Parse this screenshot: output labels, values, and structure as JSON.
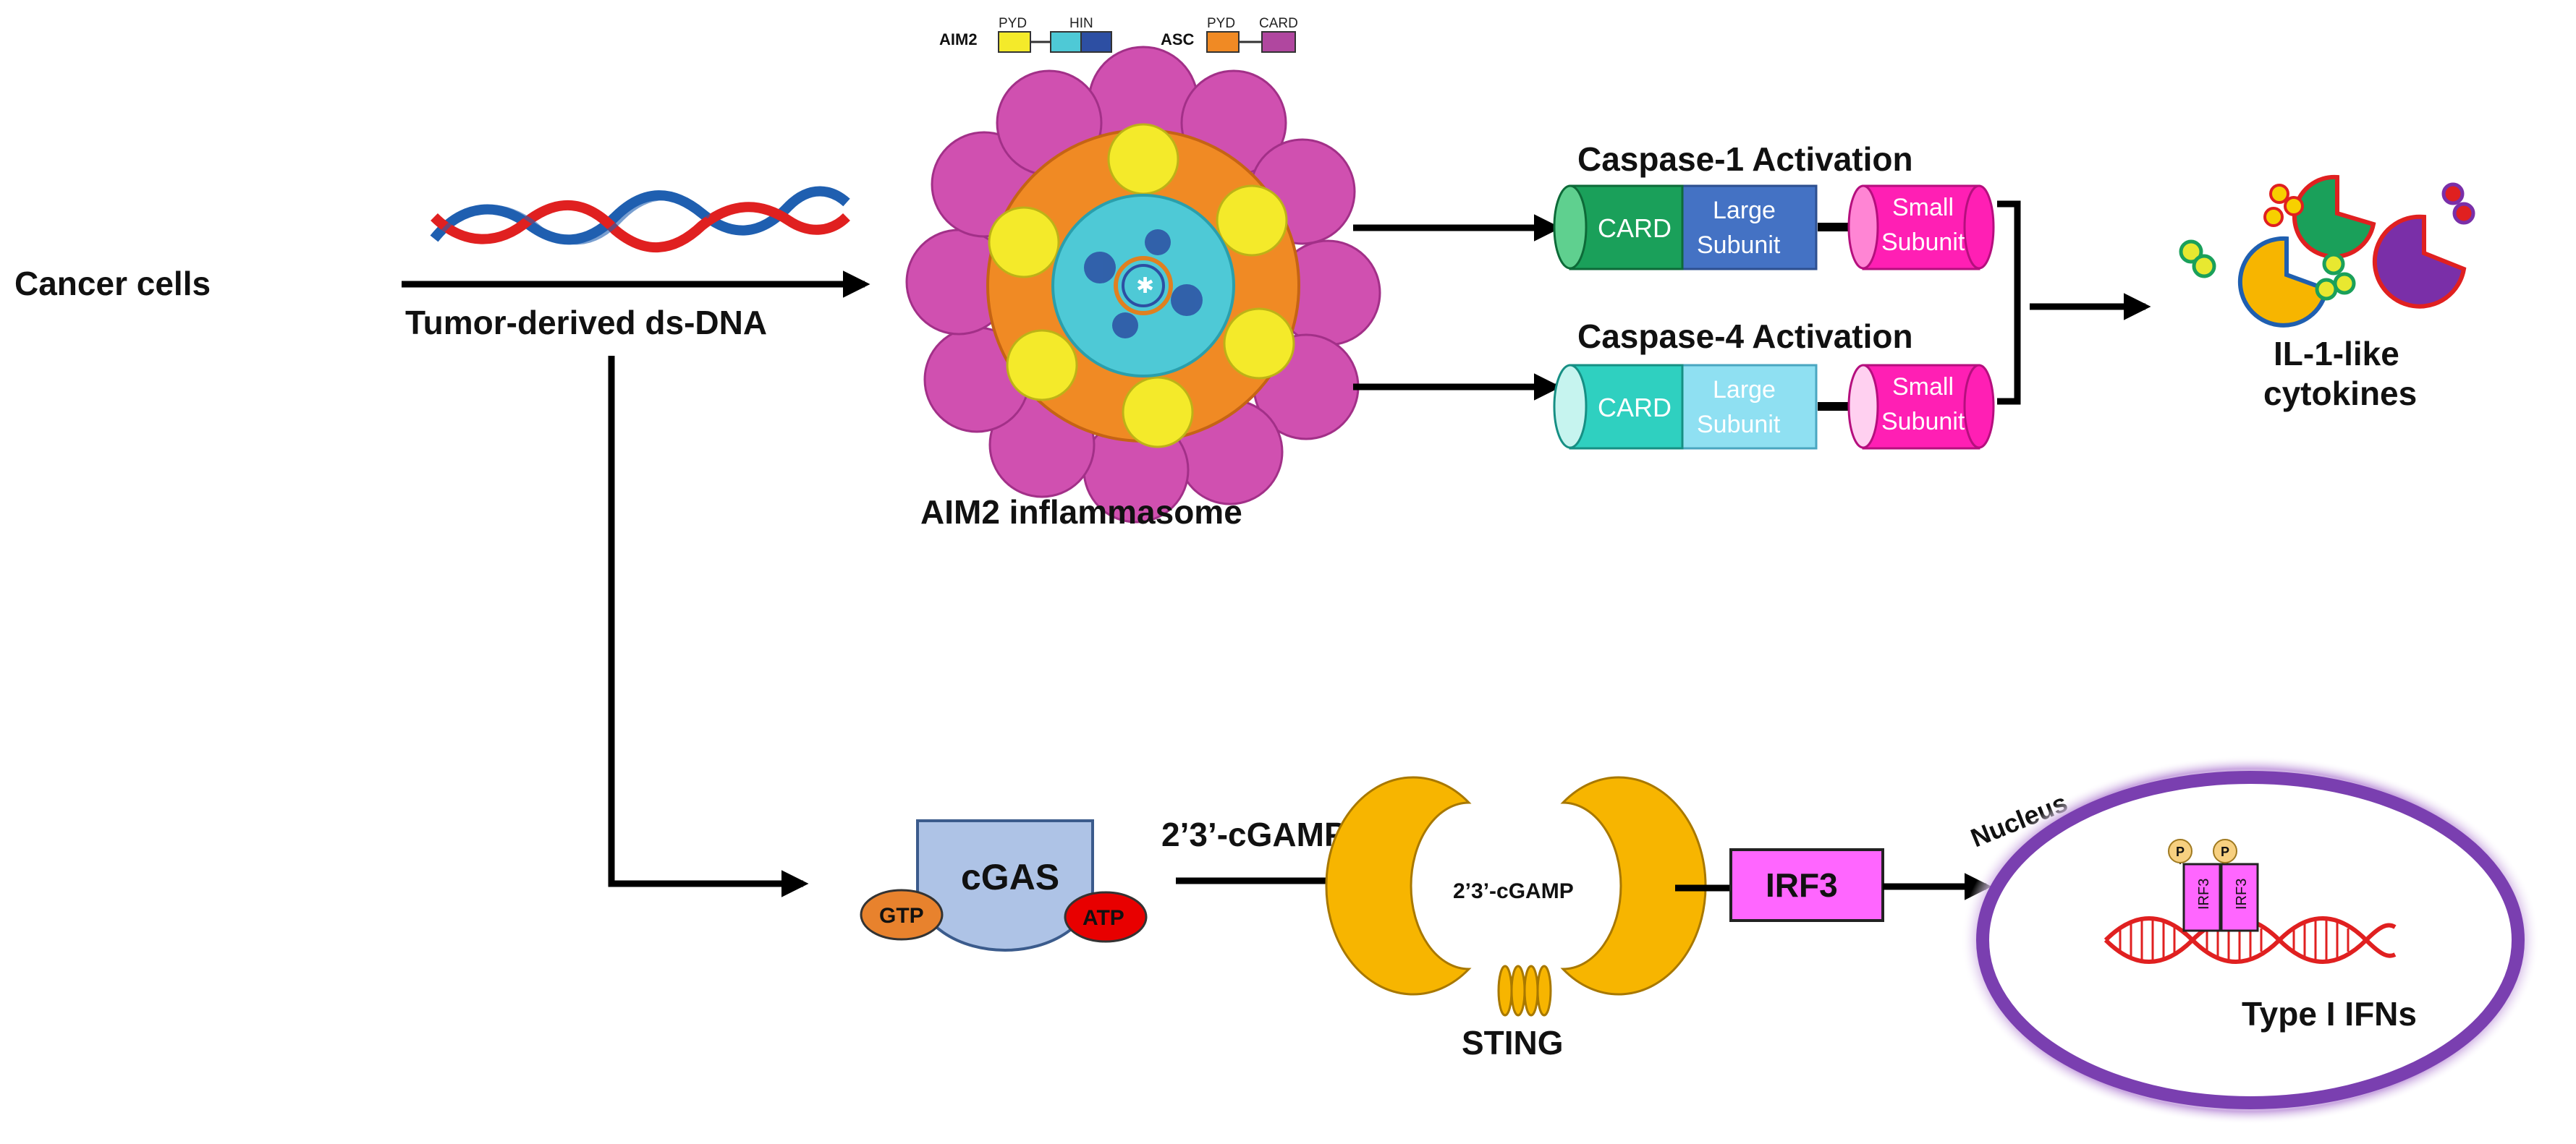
{
  "labels": {
    "cancer_cells": "Cancer cells",
    "tumor_dna": "Tumor-derived ds-DNA",
    "aim2_inflammasome": "AIM2 inflammasome",
    "caspase1": "Caspase-1 Activation",
    "caspase4": "Caspase-4 Activation",
    "il1": "IL-1-like",
    "cytokines": "cytokines",
    "cgamp_arrow": "2’3’-cGAMP",
    "cgamp_inner": "2’3’-cGAMP",
    "sting": "STING",
    "irf3": "IRF3",
    "nucleus": "Nucleus",
    "type1_ifns": "Type I IFNs",
    "cgas": "cGAS",
    "gtp": "GTP",
    "atp": "ATP"
  },
  "domain_legend": {
    "aim2": "AIM2",
    "pyd": "PYD",
    "hin": "HIN",
    "asc": "ASC",
    "pyd2": "PYD",
    "card": "CARD"
  },
  "caspase1_parts": {
    "card": "CARD",
    "large1": "Large",
    "large2": "Subunit",
    "small1": "Small",
    "small2": "Subunit"
  },
  "caspase4_parts": {
    "card": "CARD",
    "large1": "Large",
    "large2": "Subunit",
    "small1": "Small",
    "small2": "Subunit"
  },
  "irf3_dimer": {
    "left": "IRF3",
    "right": "IRF3",
    "p1": "P",
    "p2": "P"
  },
  "colors": {
    "arrow": "#000000",
    "aim2_pyd": "#f4ea2a",
    "aim2_hin_a": "#4ec9d6",
    "aim2_hin_b": "#2d4fa3",
    "asc_pyd": "#f08a24",
    "asc_card": "#b0479f",
    "cas1_card": "#1aa05a",
    "cas1_large": "#4472c4",
    "cas4_card": "#2fd0c0",
    "cas4_large": "#8fe0f2",
    "small": "#ff1fb4",
    "cgas": "#aec3e6",
    "gtp": "#e8822d",
    "atp": "#e80000",
    "sting": "#f7b500",
    "irf3": "#ff66ff",
    "nucleus_ring": "#7a3fb0",
    "dna_red": "#e02020",
    "dna_blue": "#1f5fb0"
  }
}
